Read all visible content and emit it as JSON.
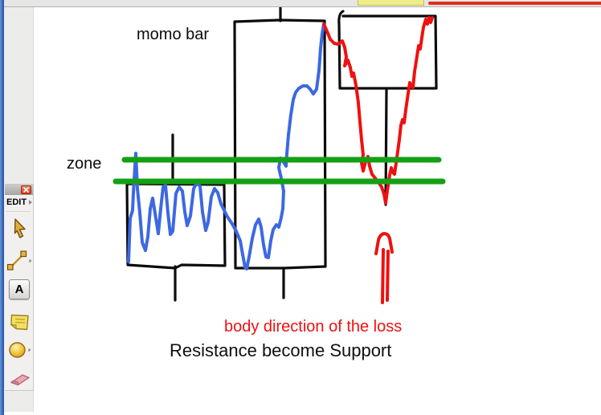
{
  "chrome": {
    "top_yellow_color": "#efec8a",
    "top_red_color": "#e12e20",
    "left_strip_gradient_a": "#6a95d8",
    "left_strip_gradient_b": "#1d4fa6"
  },
  "toolbar": {
    "edit_label": "EDIT",
    "text_tool_label": "A",
    "tools": [
      {
        "name": "select-arrow-tool"
      },
      {
        "name": "line-tool",
        "has_flyout": true
      },
      {
        "name": "text-tool",
        "label": "A",
        "selected": true
      },
      {
        "name": "sticky-note-tool"
      },
      {
        "name": "ellipse-tool",
        "has_flyout": true
      },
      {
        "name": "eraser-tool"
      }
    ]
  },
  "annotations": {
    "momo_bar": "momo bar",
    "zone": "zone",
    "body_direction": "body direction of the loss",
    "resistance": "Resistance become Support"
  },
  "drawing": {
    "stroke_black": "#0c0c0c",
    "zone_line_color": "#14a014",
    "blue_path_color": "#3c68e2",
    "red_path_color": "#ee1111",
    "red_text_color": "#ee1111"
  }
}
